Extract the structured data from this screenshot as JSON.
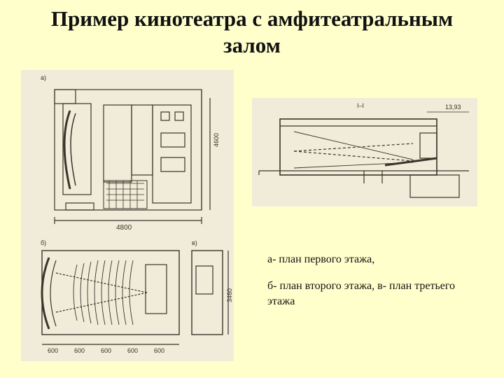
{
  "slide": {
    "title_line1": "Пример кинотеатра с амфитеатральным",
    "title_line2": "залом"
  },
  "figure_left": {
    "label_a": "а)",
    "label_b": "б)",
    "label_v": "в)",
    "dim_vertical_a": "4600",
    "dim_horizontal_a": "4800",
    "dim_vertical_v": "3460",
    "dims_bottom_b": [
      "600",
      "600",
      "600",
      "600",
      "600"
    ]
  },
  "figure_right": {
    "section_label": "I–I",
    "elevation": "13,93"
  },
  "caption": {
    "line1": "а- план первого этажа,",
    "line2": "б- план второго этажа, в- план третьего этажа"
  }
}
